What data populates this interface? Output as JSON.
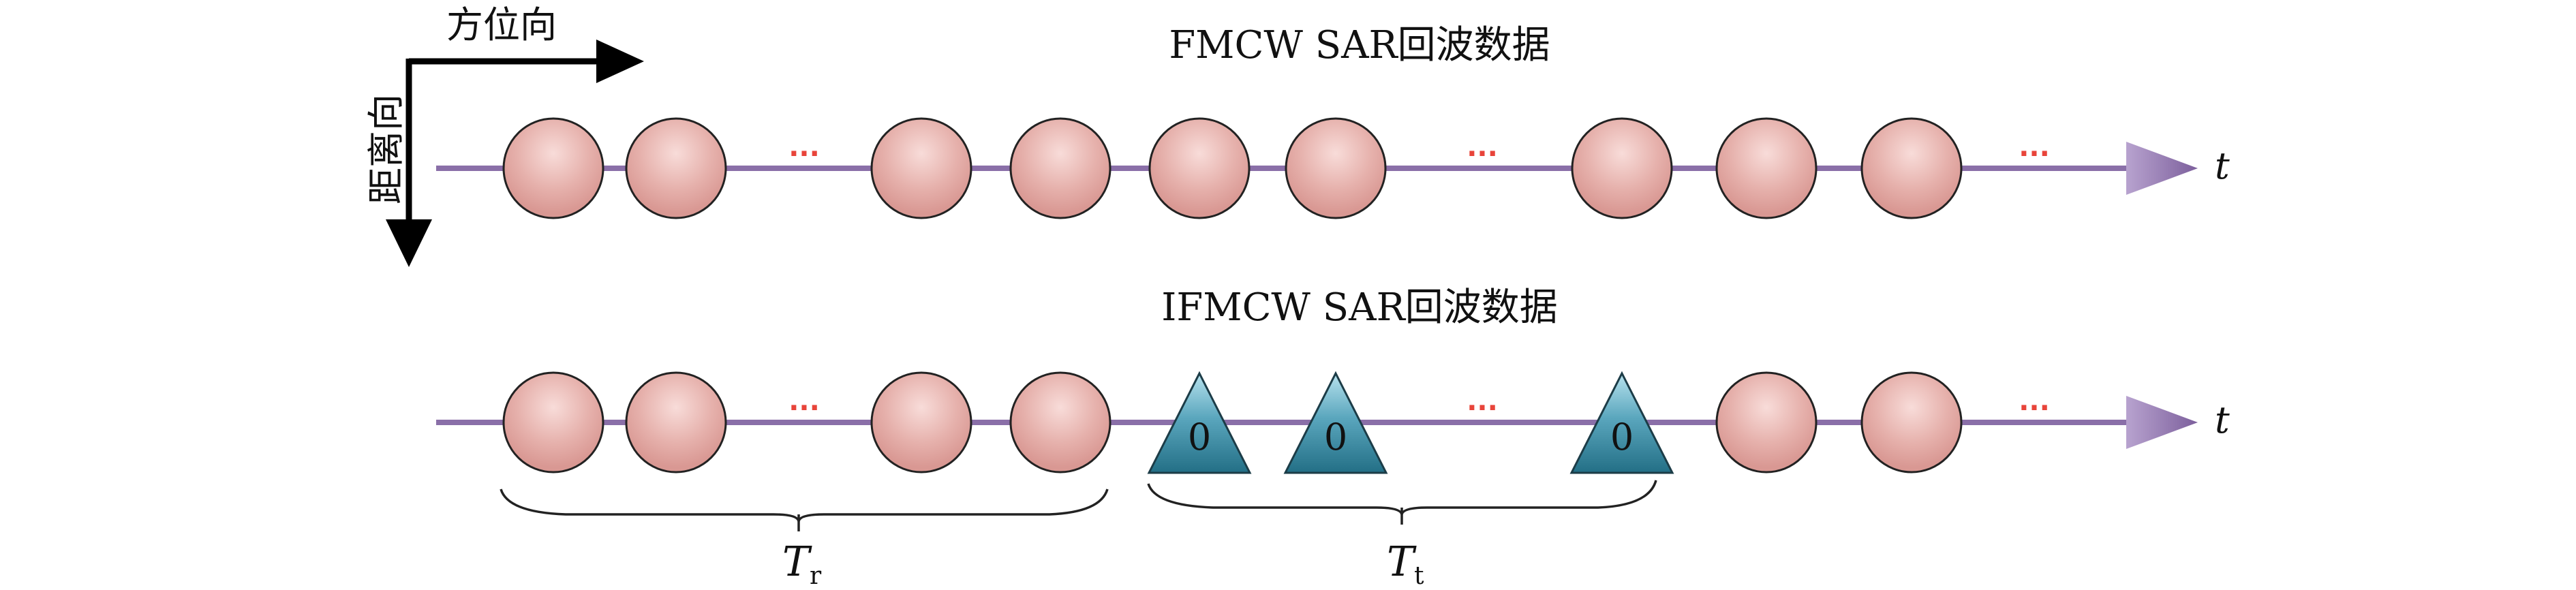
{
  "orientation": {
    "azimuth_label": "方位向",
    "range_label": "距离向"
  },
  "fmcw": {
    "title": "FMCW SAR回波数据",
    "time_label": "t",
    "sequence": [
      "circle",
      "circle",
      "dots",
      "circle",
      "circle",
      "circle",
      "circle",
      "dots",
      "circle",
      "circle",
      "circle",
      "dots"
    ]
  },
  "ifmcw": {
    "title": "IFMCW SAR回波数据",
    "time_label": "t",
    "zero_label": "0",
    "sequence": [
      "circle",
      "circle",
      "dots",
      "circle",
      "circle",
      "triangle",
      "triangle",
      "dots",
      "triangle",
      "circle",
      "circle",
      "dots"
    ]
  },
  "ellipsis_text": "···",
  "periods": {
    "tr": {
      "main": "T",
      "sub": "r"
    },
    "tt": {
      "main": "T",
      "sub": "t"
    }
  },
  "colors": {
    "timeline": "#8a6fa8",
    "arrowhead": "#8a6fa8",
    "circle_fill_top": "#f6d6d3",
    "circle_fill": "#e2aba6",
    "triangle_fill_top": "#a7d8e6",
    "triangle_fill": "#2f7f96",
    "dots": "#e8443a"
  }
}
